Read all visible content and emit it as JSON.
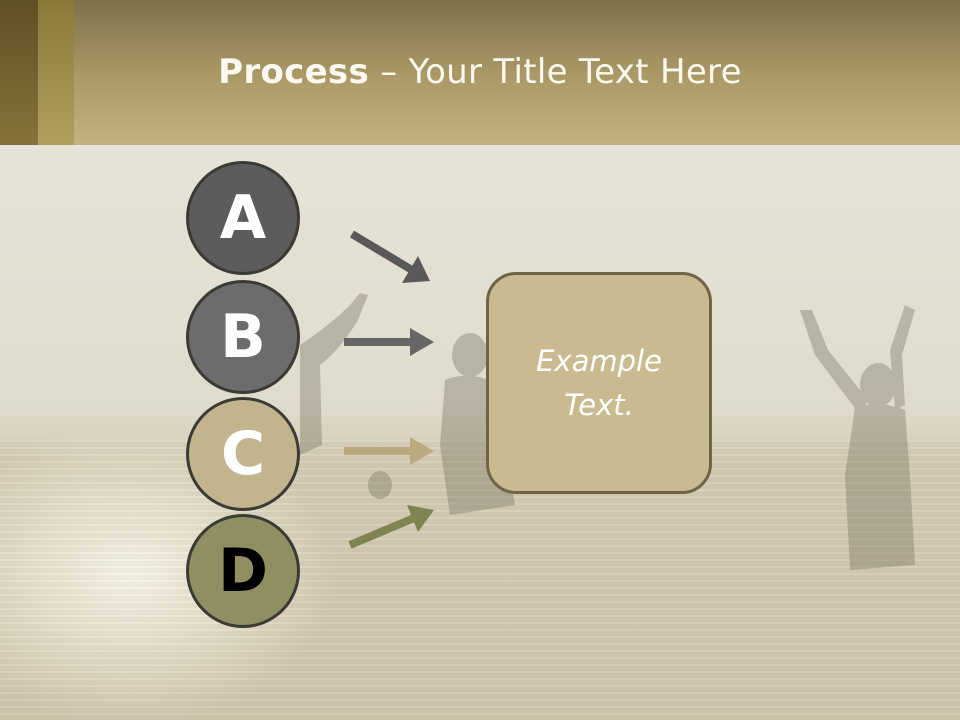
{
  "header": {
    "title_bold": "Process",
    "title_rest": " – Your Title Text Here"
  },
  "steps": [
    {
      "letter": "A",
      "color": "#5c5c5c"
    },
    {
      "letter": "B",
      "color": "#6c6c6c"
    },
    {
      "letter": "C",
      "color": "#c2b48c"
    },
    {
      "letter": "D",
      "color": "#8f8f62"
    }
  ],
  "arrow_colors": [
    "#595959",
    "#666666",
    "#b9ab7d",
    "#7f8450"
  ],
  "textbox": {
    "text": "Example Text."
  },
  "colors": {
    "header": "#a99866",
    "textbox_fill": "#c9bb8f",
    "textbox_border": "#6e6546"
  }
}
